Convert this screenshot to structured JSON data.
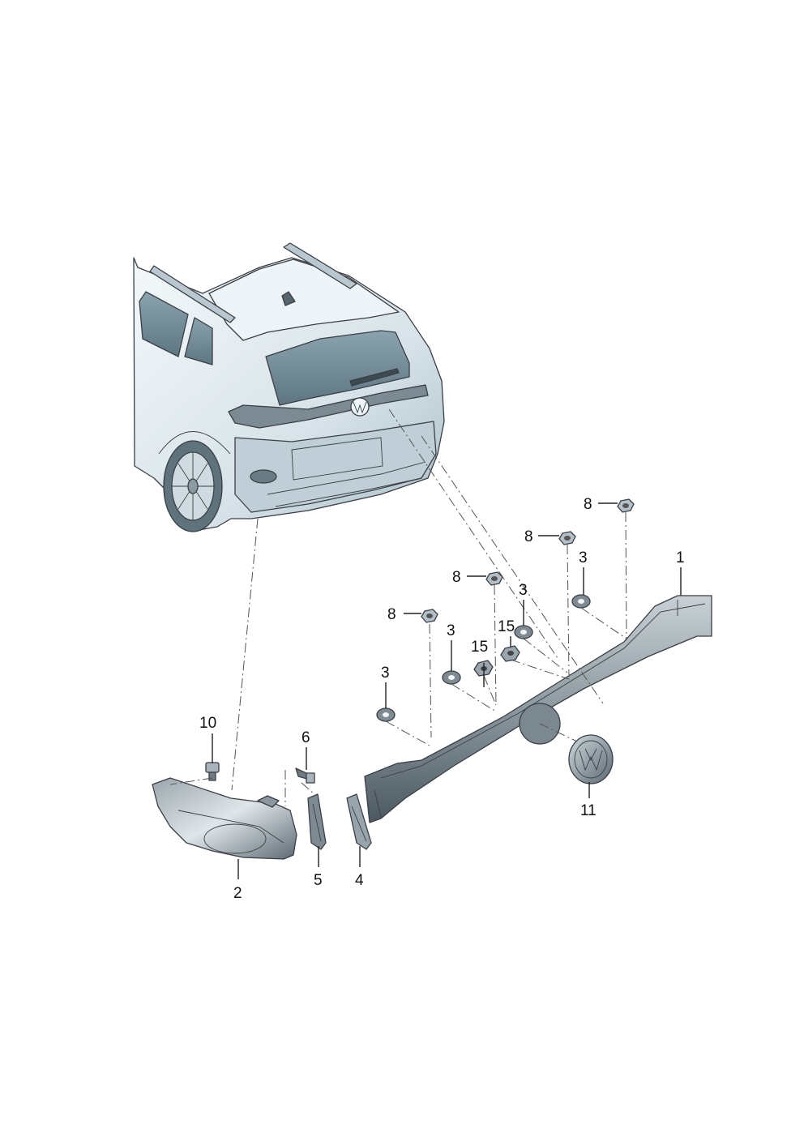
{
  "colors": {
    "body_light": "#eef4f7",
    "body_mid": "#c9d7df",
    "body_dark": "#6f8793",
    "part_dark": "#4e5a63",
    "part_mid": "#8e9aa2",
    "glass": "#6f8a96",
    "line": "#3a3f45"
  },
  "callouts": {
    "c1": "1",
    "c2": "2",
    "c3a": "3",
    "c3b": "3",
    "c3c": "3",
    "c3d": "3",
    "c4": "4",
    "c5": "5",
    "c6": "6",
    "c8a": "8",
    "c8b": "8",
    "c8c": "8",
    "c8d": "8",
    "c10": "10",
    "c11": "11",
    "c15a": "15",
    "c15b": "15"
  }
}
